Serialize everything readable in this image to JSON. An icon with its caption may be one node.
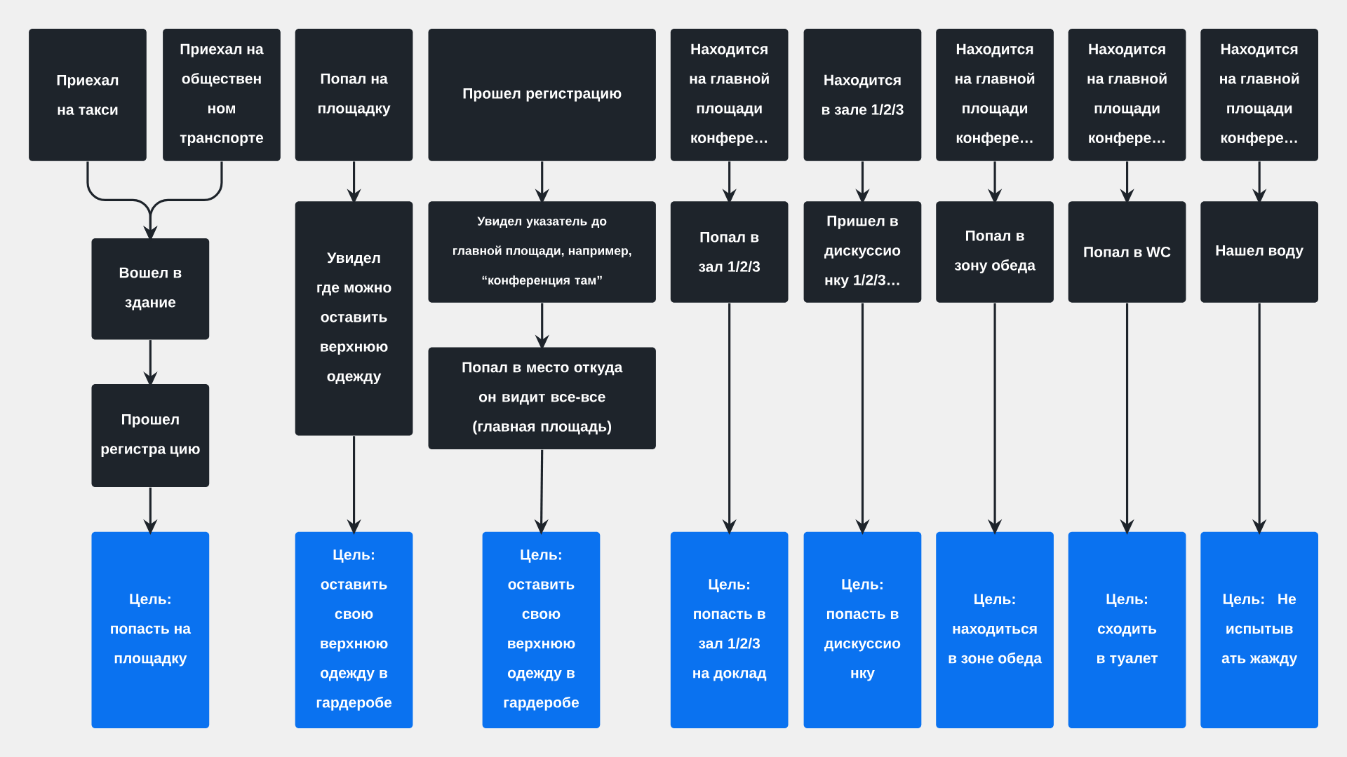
{
  "diagram": {
    "nodes": [
      {
        "text": [
          "Приехал на такси"
        ]
      },
      {
        "text": [
          "Приехал на обществен ном транспорте"
        ]
      },
      {
        "text": [
          "Вошел в здание"
        ]
      },
      {
        "text": [
          "Прошел регистра цию"
        ]
      },
      {
        "text": [
          "Цель: попасть на площадку"
        ]
      },
      {
        "text": [
          "Попал на площадку"
        ]
      },
      {
        "text": [
          "Увидел где можно оставить верхнюю одежду"
        ]
      },
      {
        "text": [
          "Цель: оставить свою верхнюю одежду в гардеробе"
        ]
      },
      {
        "text": [
          "Прошел регистрацию"
        ]
      },
      {
        "text": [
          "Увидел указатель до главной площади, например, “конференция там”"
        ]
      },
      {
        "text": [
          "Попал в место откуда он видит все-все (главная площадь)"
        ]
      },
      {
        "text": [
          "Цель: оставить свою верхнюю одежду в гардеробе"
        ]
      },
      {
        "text": [
          "Находится на главной площади конфере…"
        ]
      },
      {
        "text": [
          "Попал в зал 1/2/3"
        ]
      },
      {
        "text": [
          "Цель: попасть в зал 1/2/3 на доклад"
        ]
      },
      {
        "text": [
          "Находится в зале 1/2/3"
        ]
      },
      {
        "text": [
          "Пришел в дискуссио нку 1/2/3…"
        ]
      },
      {
        "text": [
          "Цель: попасть в дискуссио нку"
        ]
      },
      {
        "text": [
          "Находится на главной площади конфере…"
        ]
      },
      {
        "text": [
          "Попал в зону обеда"
        ]
      },
      {
        "text": [
          "Цель: находиться в зоне обеда"
        ]
      },
      {
        "text": [
          "Находится на главной площади конфере…"
        ]
      },
      {
        "text": [
          "Попал в WC"
        ]
      },
      {
        "text": [
          "Цель: сходить в туалет"
        ]
      },
      {
        "text": [
          "Находится на главной площади конфере…"
        ]
      },
      {
        "text": [
          "Нашел воду"
        ]
      },
      {
        "text": [
          "Цель: Не испытыв ать жажду"
        ]
      }
    ],
    "edges": [
      {
        "from": 0,
        "to": 2,
        "arrow": "to"
      },
      {
        "from": 1,
        "to": 2,
        "arrow": "to"
      },
      {
        "from": 2,
        "to": 3,
        "arrow": "to"
      },
      {
        "from": 3,
        "to": 4,
        "arrow": "to"
      },
      {
        "from": 5,
        "to": 6,
        "arrow": "to"
      },
      {
        "from": 6,
        "to": 7,
        "arrow": "to"
      },
      {
        "from": 8,
        "to": 9,
        "arrow": "to"
      },
      {
        "from": 9,
        "to": 10,
        "arrow": "to"
      },
      {
        "from": 10,
        "to": 11,
        "arrow": "to"
      },
      {
        "from": 12,
        "to": 13,
        "arrow": "to"
      },
      {
        "from": 13,
        "to": 14,
        "arrow": "to"
      },
      {
        "from": 15,
        "to": 16,
        "arrow": "to"
      },
      {
        "from": 16,
        "to": 17,
        "arrow": "to"
      },
      {
        "from": 18,
        "to": 19,
        "arrow": "to"
      },
      {
        "from": 19,
        "to": 20,
        "arrow": "to"
      },
      {
        "from": 21,
        "to": 22,
        "arrow": "to"
      },
      {
        "from": 22,
        "to": 23,
        "arrow": "to"
      },
      {
        "from": 24,
        "to": 25,
        "arrow": "to"
      },
      {
        "from": 25,
        "to": 26,
        "arrow": "to"
      }
    ]
  }
}
